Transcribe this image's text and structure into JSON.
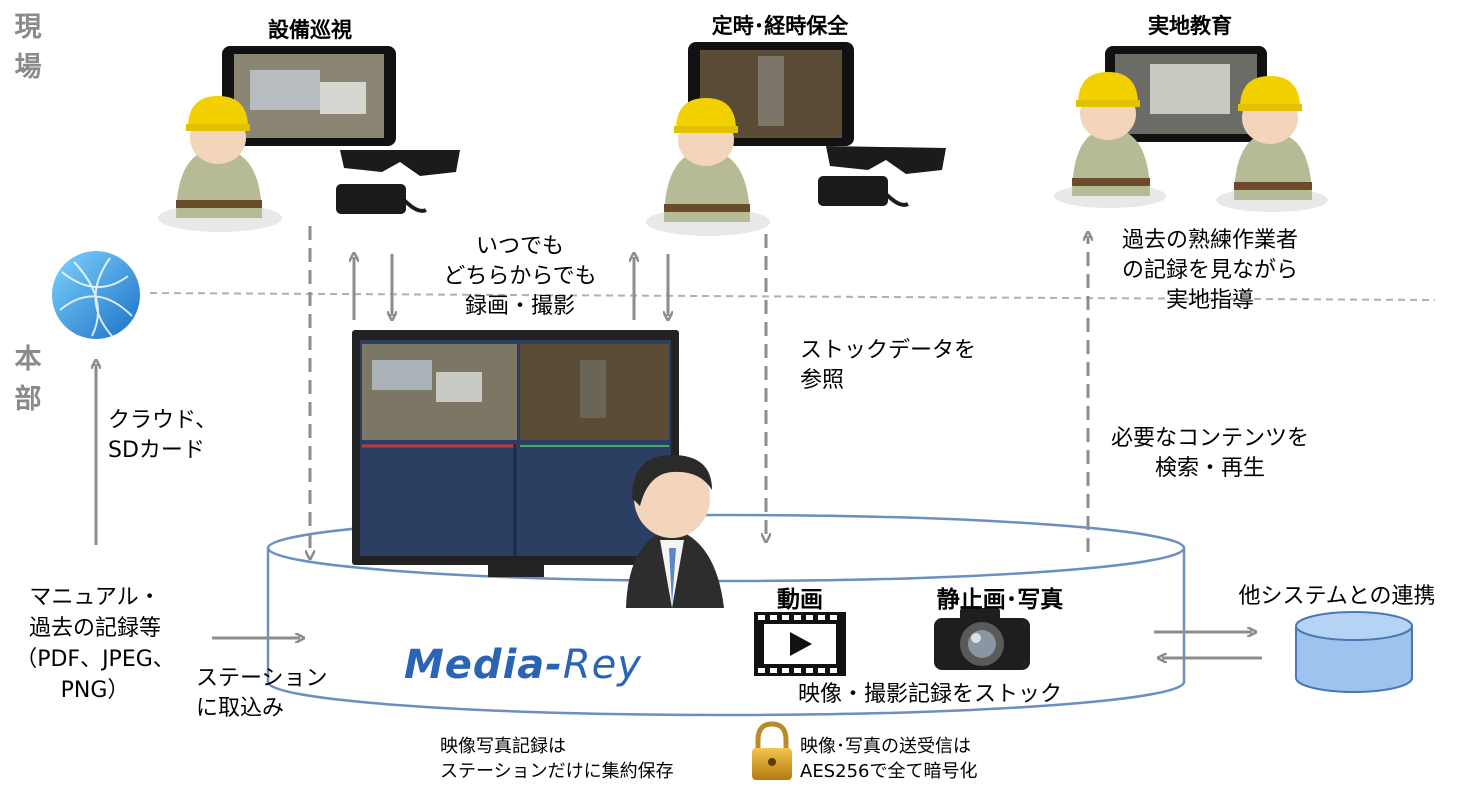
{
  "zones": {
    "field_label": "現\n場",
    "hq_label": "本\n部"
  },
  "scenes": {
    "patrol_title": "設備巡視",
    "maintenance_title": "定時･経時保全",
    "training_title": "実地教育"
  },
  "notes": {
    "anytime": "いつでも\nどちらからでも\n録画・撮影",
    "stock_ref": "ストックデータを\n参照",
    "past_records": "過去の熟練作業者\nの記録を見ながら\n実地指導",
    "search_play": "必要なコンテンツを\n検索・再生",
    "cloud_sd": "クラウド、\nSDカード",
    "manuals": "マニュアル・\n過去の記録等\n（PDF、JPEG、\nPNG）",
    "import": "ステーション\nに取込み",
    "other_systems": "他システムとの連携",
    "video_label": "動画",
    "photo_label": "静止画･写真",
    "stock_caption": "映像・撮影記録をストック",
    "central_storage": "映像写真記録は\nステーションだけに集約保存",
    "encryption": "映像･写真の送受信は\nAES256で全て暗号化"
  },
  "brand": {
    "name_part1": "Media-",
    "name_part2": "Rey",
    "color1": "#2a64b4",
    "color2": "#2a64b4"
  },
  "colors": {
    "cylinder_stroke": "#6a8fc0",
    "arrow": "#8c8c8c",
    "helmet": "#f2d000",
    "uniform": "#b6bb96",
    "db_fill": "#9ec3ee"
  }
}
